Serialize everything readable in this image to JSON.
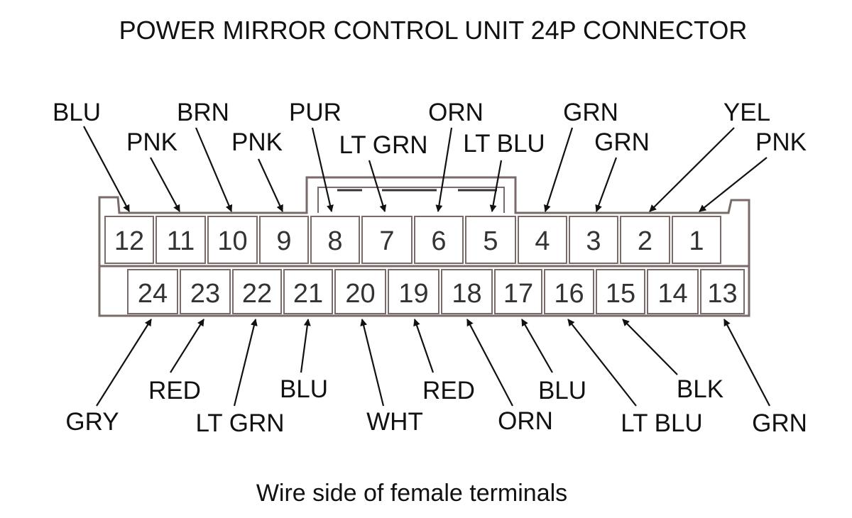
{
  "title": "POWER MIRROR CONTROL UNIT 24P CONNECTOR",
  "caption": "Wire side of female terminals",
  "colors": {
    "ink": "#111111",
    "outline": "#7a6a68",
    "pin_text": "#333333"
  },
  "top_row": [
    {
      "pin": "12",
      "wire": "BLU"
    },
    {
      "pin": "11",
      "wire": "PNK"
    },
    {
      "pin": "10",
      "wire": "BRN"
    },
    {
      "pin": "9",
      "wire": "PNK"
    },
    {
      "pin": "8",
      "wire": "PUR"
    },
    {
      "pin": "7",
      "wire": "LT GRN"
    },
    {
      "pin": "6",
      "wire": "ORN"
    },
    {
      "pin": "5",
      "wire": "LT BLU"
    },
    {
      "pin": "4",
      "wire": "GRN"
    },
    {
      "pin": "3",
      "wire": "GRN"
    },
    {
      "pin": "2",
      "wire": "YEL"
    },
    {
      "pin": "1",
      "wire": "PNK"
    }
  ],
  "bottom_row": [
    {
      "pin": "24",
      "wire": "GRY"
    },
    {
      "pin": "23",
      "wire": "RED"
    },
    {
      "pin": "22",
      "wire": "LT GRN"
    },
    {
      "pin": "21",
      "wire": "BLU"
    },
    {
      "pin": "20",
      "wire": "WHT"
    },
    {
      "pin": "19",
      "wire": "RED"
    },
    {
      "pin": "18",
      "wire": "ORN"
    },
    {
      "pin": "17",
      "wire": "BLU"
    },
    {
      "pin": "16",
      "wire": "LT BLU"
    },
    {
      "pin": "15",
      "wire": "BLK"
    },
    {
      "pin": "14",
      "wire": ""
    },
    {
      "pin": "13",
      "wire": "GRN"
    }
  ]
}
